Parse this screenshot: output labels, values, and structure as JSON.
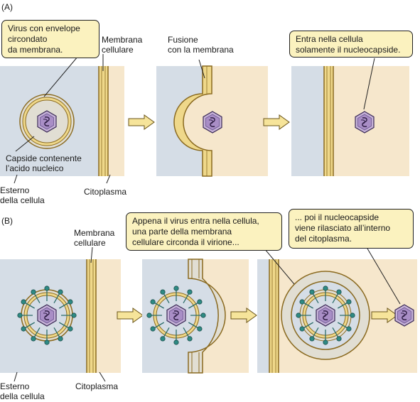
{
  "panel_a": {
    "tag": "(A)",
    "callout_virus": "Virus con envelope\ncircondato\nda membrana.",
    "label_membrane": "Membrana\ncellulare",
    "label_fusion": "Fusione\ncon la membrana",
    "callout_enter": "Entra nella cellula\nsolamente il nucleocapside.",
    "label_capsid": "Capside contenente\nl’acido nucleico",
    "label_outside": "Esterno\ndella cellula",
    "label_cytoplasm": "Citoplasma"
  },
  "panel_b": {
    "tag": "(B)",
    "label_membrane": "Membrana\ncellulare",
    "callout_enter": "Appena il virus entra nella cellula,\nuna parte della membrana\ncellulare circonda il virione...",
    "callout_release": "... poi il nucleocapside\nviene rilasciato all’interno\ndel citoplasma.",
    "label_outside": "Esterno\ndella cellula",
    "label_cytoplasm": "Citoplasma"
  },
  "colors": {
    "outside": "#d5dde6",
    "cytoplasm": "#f6e7cc",
    "membrane_fill": "#efd88a",
    "membrane_line": "#8a6a20",
    "envelope": "#e1ded3",
    "capsid": "#c6b2d8",
    "capsid_dark": "#6b5590",
    "spike": "#2e8a84",
    "arrow_fill": "#f6e49a",
    "callout_fill": "#fbf2bf"
  }
}
